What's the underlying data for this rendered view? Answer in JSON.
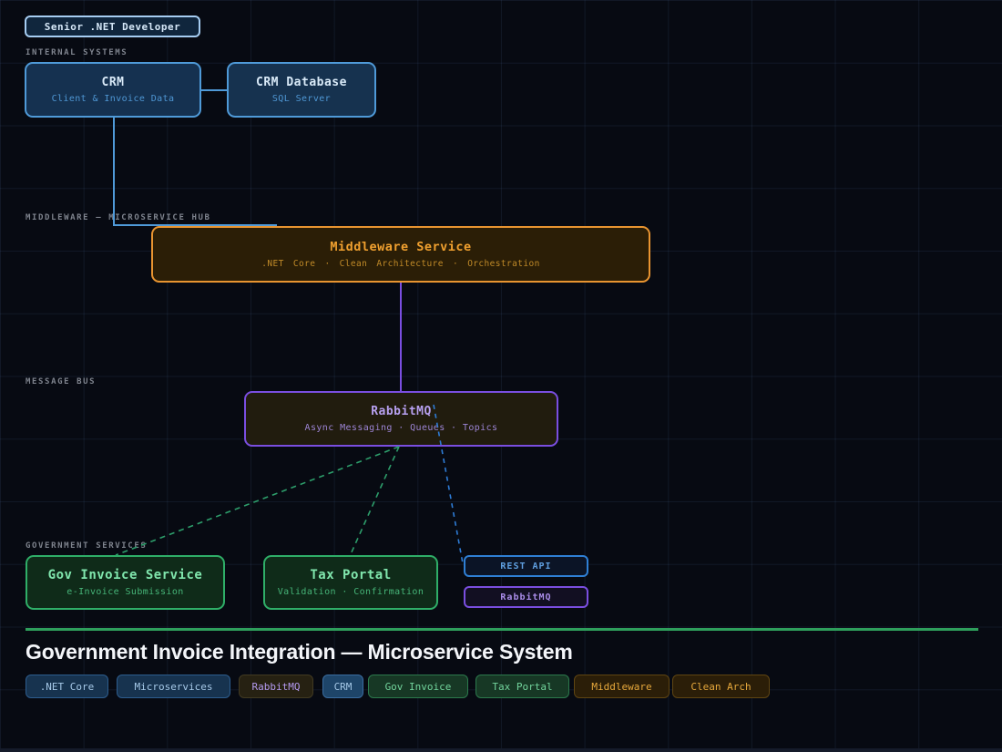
{
  "diagram": {
    "badge": "Senior .NET Developer",
    "sections": {
      "internal_systems": "INTERNAL SYSTEMS",
      "middleware_hub": "MIDDLEWARE  —  MICROSERVICE HUB",
      "message_bus": "MESSAGE BUS",
      "government_services": "GOVERNMENT SERVICES"
    },
    "nodes": {
      "crm": {
        "title": "CRM",
        "subtitle": "Client & Invoice Data"
      },
      "crm_database": {
        "title": "CRM Database",
        "subtitle": "SQL Server"
      },
      "middleware_service": {
        "title": "Middleware Service",
        "subtitle": ".NET Core · Clean Architecture · Orchestration"
      },
      "rabbitmq": {
        "title": "RabbitMQ",
        "subtitle": "Async Messaging · Queues · Topics"
      },
      "gov_invoice_service": {
        "title": "Gov Invoice Service",
        "subtitle": "e-Invoice Submission"
      },
      "tax_portal": {
        "title": "Tax Portal",
        "subtitle": "Validation · Confirmation"
      }
    },
    "legend": {
      "rest_api": "REST API",
      "rabbitmq": "RabbitMQ"
    }
  },
  "footer": {
    "title": "Government Invoice Integration — Microservice System",
    "tags": [
      {
        "label": ".NET Core",
        "style": "blue"
      },
      {
        "label": "Microservices",
        "style": "blue"
      },
      {
        "label": "RabbitMQ",
        "style": "purple"
      },
      {
        "label": "CRM",
        "style": "blue"
      },
      {
        "label": "Gov Invoice",
        "style": "green"
      },
      {
        "label": "Tax Portal",
        "style": "green"
      },
      {
        "label": "Middleware",
        "style": "orange"
      },
      {
        "label": "Clean Arch",
        "style": "orange"
      }
    ]
  },
  "colors": {
    "background": "#070a12",
    "blue_accent": "#4f9ad8",
    "orange_accent": "#e89430",
    "purple_accent": "#7a4ee0",
    "green_accent": "#2fae68",
    "divider_green": "#2e9e5b",
    "section_label": "#7e838d"
  }
}
